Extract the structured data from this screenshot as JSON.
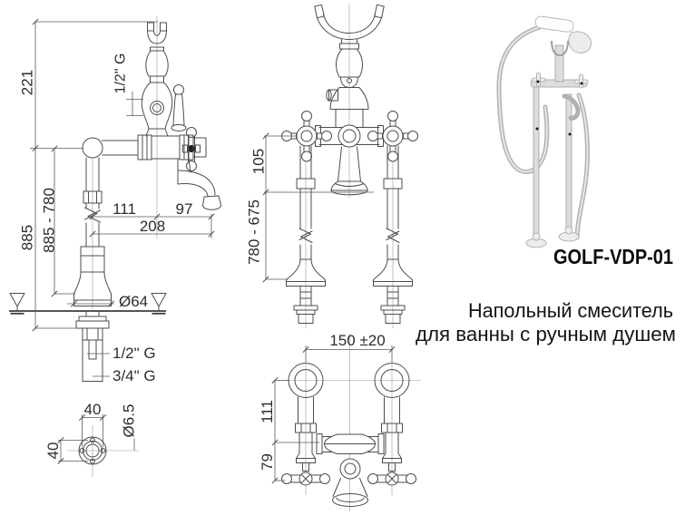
{
  "product": {
    "code": "GOLF-VDP-01",
    "description_line1": "Напольный смеситель",
    "description_line2": "для ванны с ручным душем"
  },
  "side_view": {
    "dims": {
      "top_section_height": "221",
      "hose_outlet_thread": "1/2\" G",
      "floor_to_body_height": "885",
      "adjustable_height": "885 - 780",
      "spout_offset": "111",
      "spout_reach": "97",
      "total_reach": "208",
      "base_diameter": "Ø64",
      "inlet_thread_small": "1/2\" G",
      "inlet_thread_large": "3/4\" G"
    },
    "flange": {
      "bolt_spacing_horizontal": "40",
      "bolt_spacing_vertical": "40",
      "bolt_hole_diameter": "Ø6.5"
    }
  },
  "front_view": {
    "dims": {
      "spout_height": "105",
      "leg_height_range": "780 - 675"
    }
  },
  "top_view": {
    "dims": {
      "connection_centers": "150 ±20",
      "wall_to_body": "111",
      "body_to_handle": "79"
    }
  }
}
